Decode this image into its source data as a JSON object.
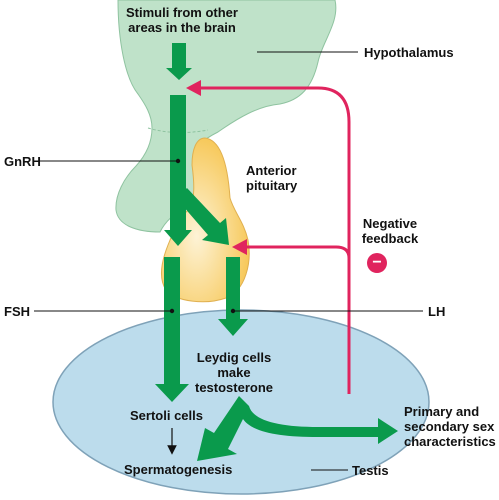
{
  "labels": {
    "stimuli": [
      "Stimuli from other",
      "areas in the brain"
    ],
    "hypothalamus": "Hypothalamus",
    "gnrh": "GnRH",
    "anterior_pituitary": [
      "Anterior",
      "pituitary"
    ],
    "negative_feedback": [
      "Negative",
      "feedback"
    ],
    "feedback_sign": "−",
    "fsh": "FSH",
    "lh": "LH",
    "leydig": [
      "Leydig cells",
      "make",
      "testosterone"
    ],
    "sertoli": "Sertoli cells",
    "spermatogenesis": "Spermatogenesis",
    "testis": "Testis",
    "characteristics": [
      "Primary and",
      "secondary sex",
      "characteristics"
    ]
  },
  "colors": {
    "hypothalamus": "#bfe2c9",
    "hypothalamus_edge": "#8fc3a0",
    "pituitary": "#f7c95c",
    "pituitary_highlight": "#fdf3d6",
    "testis": "#bcdcec",
    "testis_edge": "#7fa2b8",
    "arrow": "#0a9a4c",
    "feedback": "#e0245e",
    "text": "#111111"
  }
}
